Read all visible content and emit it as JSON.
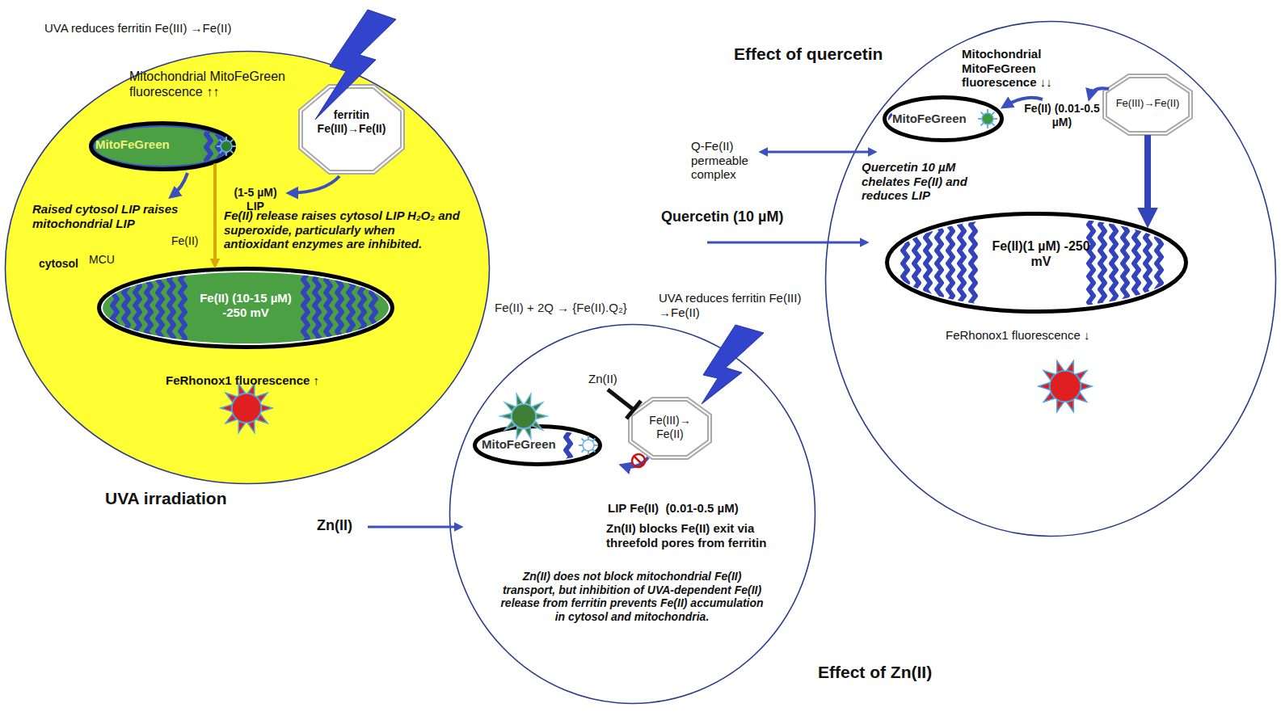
{
  "diagram": {
    "nodes": [
      {
        "text": [
          "UVA irradiation",
          "cytosol"
        ]
      },
      {
        "text": [
          "MitoFeGreen"
        ],
        "in": 0
      },
      {
        "text": [
          "ferritin Fe(III)→Fe(II)"
        ],
        "in": 0
      },
      {
        "text": [
          "Fe(II) (10-15 µM) -250 mV"
        ],
        "in": 0
      },
      {
        "text": [
          "Effect of quercetin"
        ]
      },
      {
        "text": [
          "MitoFeGreen"
        ],
        "in": 4
      },
      {
        "text": [
          "Fe(III)→Fe(II)"
        ],
        "in": 4
      },
      {
        "text": [
          "Fe(II)(1 µM) -250 mV"
        ],
        "in": 4
      },
      {
        "text": [
          "Effect of Zn(II)"
        ]
      },
      {
        "text": [
          "Fe(III)→ Fe(II)"
        ],
        "in": 8
      },
      {
        "text": [
          "MitoFeGreen"
        ],
        "in": 8
      }
    ],
    "edges": [
      {
        "from": 1,
        "to": 3,
        "arrow": "to"
      },
      {
        "from": 6,
        "to": 7,
        "arrow": "to"
      }
    ],
    "labels": [
      "UVA reduces ferritin Fe(III) →Fe(II)",
      "Mitochondrial MitoFeGreen fluorescence ↑↑",
      "Raised cytosol LIP raises mitochondrial LIP",
      "Fe(II)",
      "MCU",
      "(1-5 µM) LIP",
      "Fe(II) release raises cytosol LIP H₂O₂ and superoxide, particularly when antioxidant enzymes are inhibited.",
      "FeRhonox1 fluorescence ↑",
      "Fe(II) + 2Q → {Fe(II).Q₂}",
      "Mitochondrial MitoFeGreen fluorescence ↓↓",
      "Q-Fe(II) permeable complex",
      "Fe(II) (0.01-0.5 µM)",
      "Quercetin 10 µM chelates Fe(II) and reduces LIP",
      "Quercetin (10 µM)",
      "FeRhonox1 fluorescence ↓",
      "UVA reduces ferritin Fe(III) →Fe(II)",
      "Zn(II)",
      "LIP Fe(II)  (0.01-0.5 µM)",
      "Zn(II) blocks Fe(II) exit via threefold pores from ferritin",
      "Zn(II) does not block mitochondrial Fe(II) transport, but inhibition of UVA-dependent Fe(II) release from ferritin prevents Fe(II) accumulation in cytosol and mitochondria.",
      "Zn(II)"
    ]
  }
}
